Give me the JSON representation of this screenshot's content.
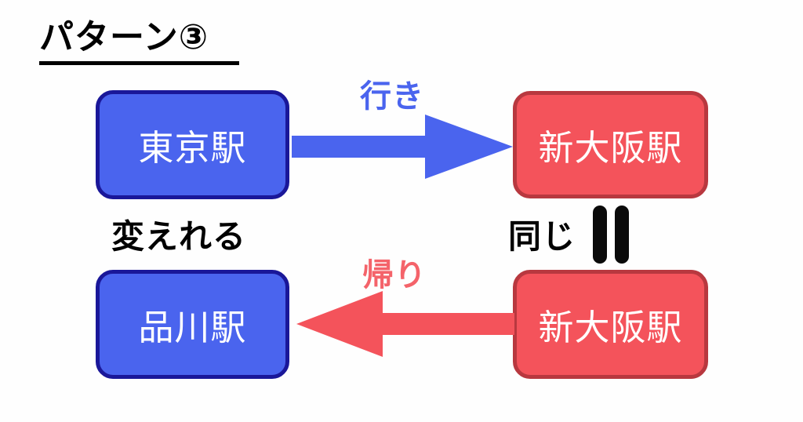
{
  "diagram": {
    "title": "パターン③",
    "background_color": "#fefefe",
    "boxes": [
      {
        "id": "tokyo",
        "label": "東京駅",
        "fill": "#4a64ee",
        "border": "#1a1799",
        "text_color": "#ffffff",
        "row": "top",
        "side": "left"
      },
      {
        "id": "shinosaka1",
        "label": "新大阪駅",
        "fill": "#f4535b",
        "border": "#b8383f",
        "text_color": "#ffffff",
        "row": "top",
        "side": "right"
      },
      {
        "id": "shinagawa",
        "label": "品川駅",
        "fill": "#4a64ee",
        "border": "#1a1799",
        "text_color": "#ffffff",
        "row": "bottom",
        "side": "left"
      },
      {
        "id": "shinosaka2",
        "label": "新大阪駅",
        "fill": "#f4535b",
        "border": "#b8383f",
        "text_color": "#ffffff",
        "row": "bottom",
        "side": "right"
      }
    ],
    "arrows": [
      {
        "id": "outbound",
        "label": "行き",
        "color": "#4a64ee",
        "direction": "right",
        "from": "東京駅",
        "to": "新大阪駅"
      },
      {
        "id": "return",
        "label": "帰り",
        "color": "#f4636a",
        "direction": "left",
        "from": "新大阪駅",
        "to": "品川駅"
      }
    ],
    "notes": [
      {
        "id": "change",
        "text": "変えれる",
        "color": "#000000"
      },
      {
        "id": "same",
        "text": "同じ",
        "color": "#000000",
        "symbol": "double-vertical-bar"
      }
    ]
  }
}
